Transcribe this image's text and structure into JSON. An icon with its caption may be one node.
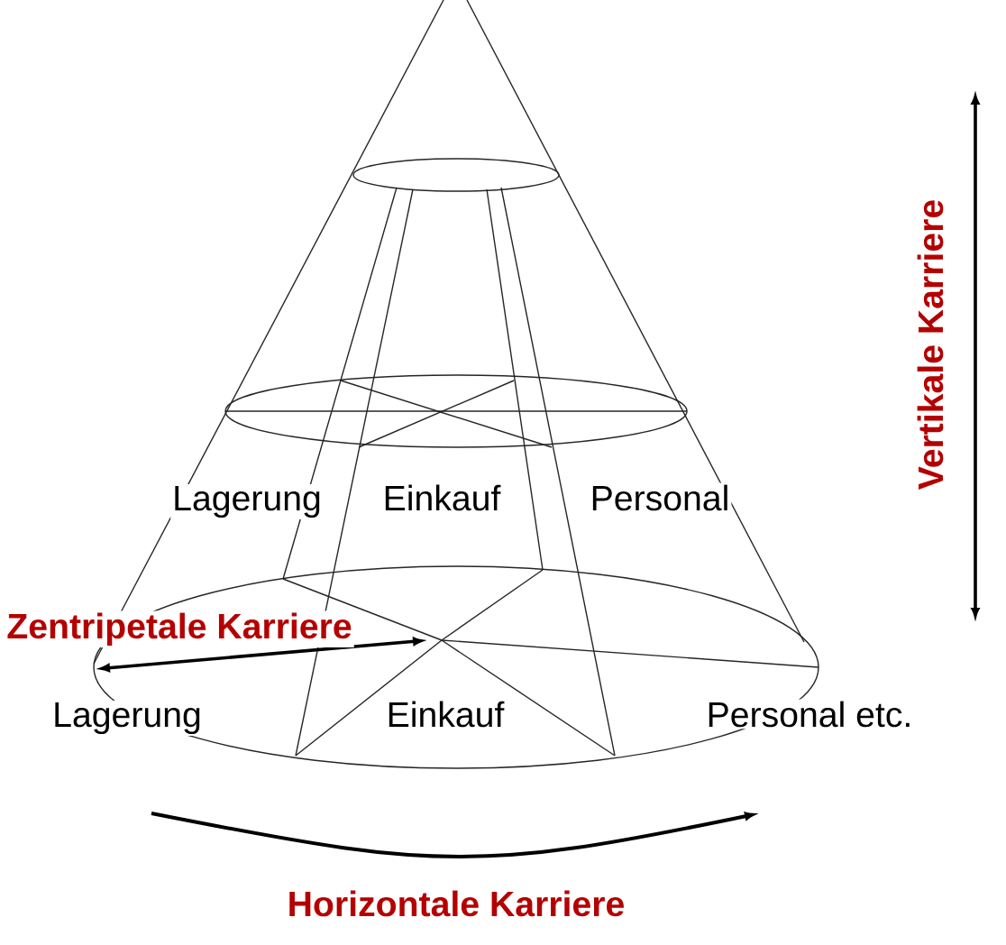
{
  "diagram": {
    "labels": [
      "Vertikale Karriere",
      "Lagerung",
      "Einkauf",
      "Personal",
      "Zentripetale Karriere",
      "Lagerung",
      "Einkauf",
      "Personal etc.",
      "Horizontale Karriere"
    ]
  }
}
